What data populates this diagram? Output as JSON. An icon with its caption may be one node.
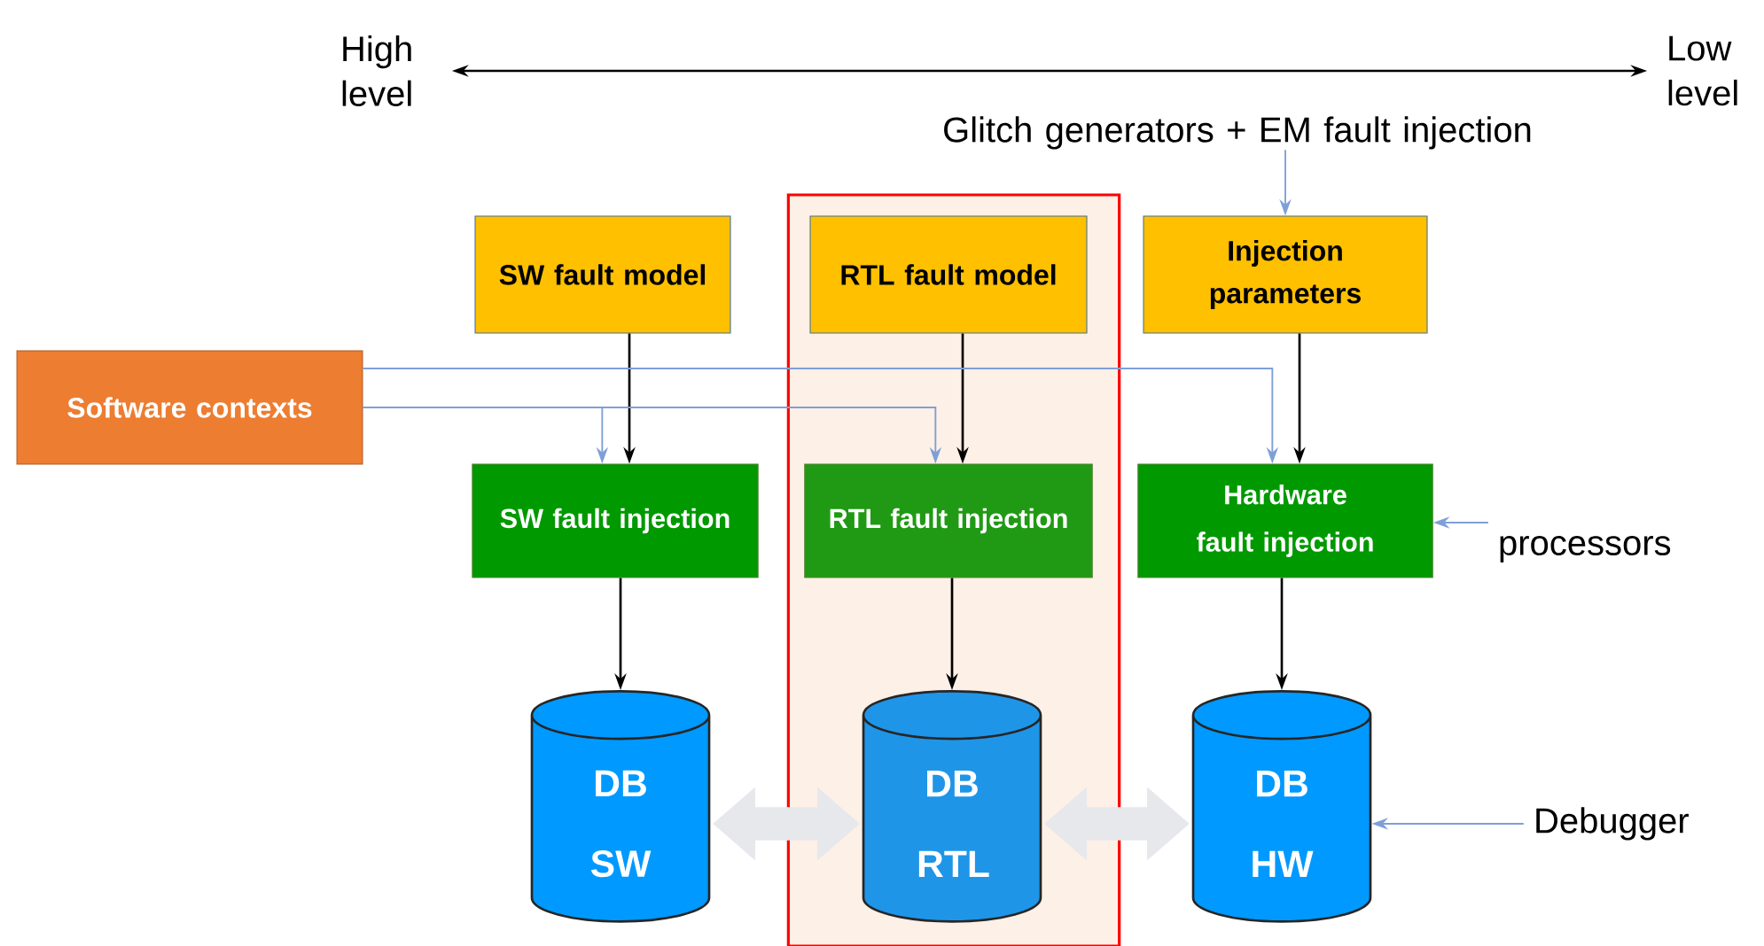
{
  "diagram": {
    "nodes": [
      {
        "text": [
          "High level"
        ]
      },
      {
        "text": [
          "Low level"
        ]
      },
      {
        "text": [
          "Glitch generators + EM fault injection"
        ]
      },
      {
        "text": [
          "SW fault model"
        ]
      },
      {
        "text": [],
        "shape": "box"
      },
      {
        "text": [
          "RTL fault model"
        ],
        "in": 4
      },
      {
        "text": [
          "Injection parameters"
        ]
      },
      {
        "text": [
          "Software contexts"
        ]
      },
      {
        "text": [
          "SW fault injection"
        ]
      },
      {
        "text": [
          "RTL fault injection"
        ],
        "in": 4
      },
      {
        "text": [
          "Hardware fault injection"
        ]
      },
      {
        "text": [
          "processors"
        ]
      },
      {
        "text": [
          "DB SW"
        ]
      },
      {
        "text": [
          "DB RTL"
        ],
        "in": 4
      },
      {
        "text": [
          "DB HW"
        ]
      },
      {
        "text": [
          "Debugger"
        ]
      }
    ],
    "edges": [
      {
        "from": 0,
        "to": 1,
        "arrow": "both"
      },
      {
        "from": 2,
        "to": 6,
        "arrow": "to",
        "color": "#7f9fd8"
      },
      {
        "from": 3,
        "to": 8,
        "arrow": "to"
      },
      {
        "from": 5,
        "to": 9,
        "arrow": "to"
      },
      {
        "from": 6,
        "to": 10,
        "arrow": "to"
      },
      {
        "from": 7,
        "to": 8,
        "arrow": "to",
        "color": "#7f9fd8"
      },
      {
        "from": 7,
        "to": 9,
        "arrow": "to",
        "color": "#7f9fd8"
      },
      {
        "from": 7,
        "to": 10,
        "arrow": "to",
        "color": "#7f9fd8"
      },
      {
        "from": 11,
        "to": 10,
        "arrow": "to",
        "color": "#7f9fd8"
      },
      {
        "from": 8,
        "to": 12,
        "arrow": "to"
      },
      {
        "from": 9,
        "to": 13,
        "arrow": "to"
      },
      {
        "from": 10,
        "to": 14,
        "arrow": "to"
      },
      {
        "from": 12,
        "to": 13,
        "arrow": "both",
        "style": "thick",
        "color": "#e6e8ec"
      },
      {
        "from": 13,
        "to": 14,
        "arrow": "both",
        "style": "thick",
        "color": "#e6e8ec"
      },
      {
        "from": 15,
        "to": 14,
        "arrow": "to",
        "color": "#7f9fd8"
      }
    ]
  }
}
